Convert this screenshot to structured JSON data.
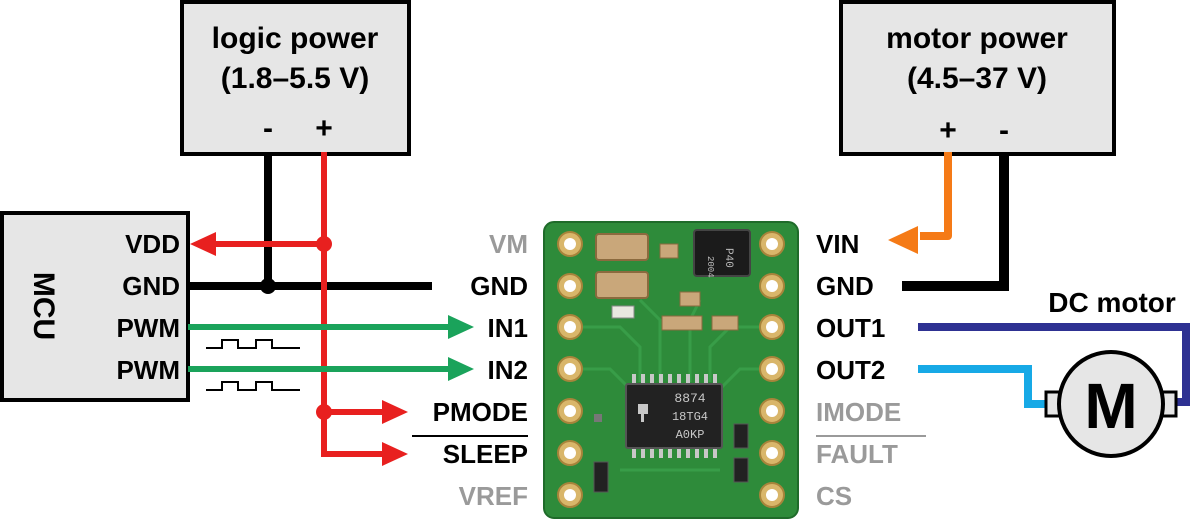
{
  "logic_power": {
    "title": "logic power",
    "range": "(1.8–5.5 V)",
    "minus": "-",
    "plus": "+"
  },
  "motor_power": {
    "title": "motor power",
    "range": "(4.5–37 V)",
    "plus": "+",
    "minus": "-"
  },
  "mcu": {
    "label": "MCU",
    "pins": [
      "VDD",
      "GND",
      "PWM",
      "PWM"
    ]
  },
  "board_left_pins": [
    "VM",
    "GND",
    "IN1",
    "IN2",
    "PMODE",
    "SLEEP",
    "VREF"
  ],
  "board_right_pins": [
    "VIN",
    "GND",
    "OUT1",
    "OUT2",
    "IMODE",
    "FAULT",
    "CS"
  ],
  "chip": {
    "line1": "8874",
    "line2": "18TG4",
    "line3": "A0KP"
  },
  "small_chip": {
    "line1": "2004",
    "line2": "P40"
  },
  "motor": {
    "title": "DC motor",
    "symbol": "M"
  },
  "colors": {
    "logic_wire": "#e8201f",
    "ground_wire": "#000000",
    "signal_wire": "#1aa35b",
    "motor_power_wire": "#f57a16",
    "out1_wire": "#2e3192",
    "out2_wire": "#17a9e6",
    "inactive_label": "#9a9a9a",
    "board": "#2e8b3a",
    "box_fill": "#e6e6e6"
  }
}
